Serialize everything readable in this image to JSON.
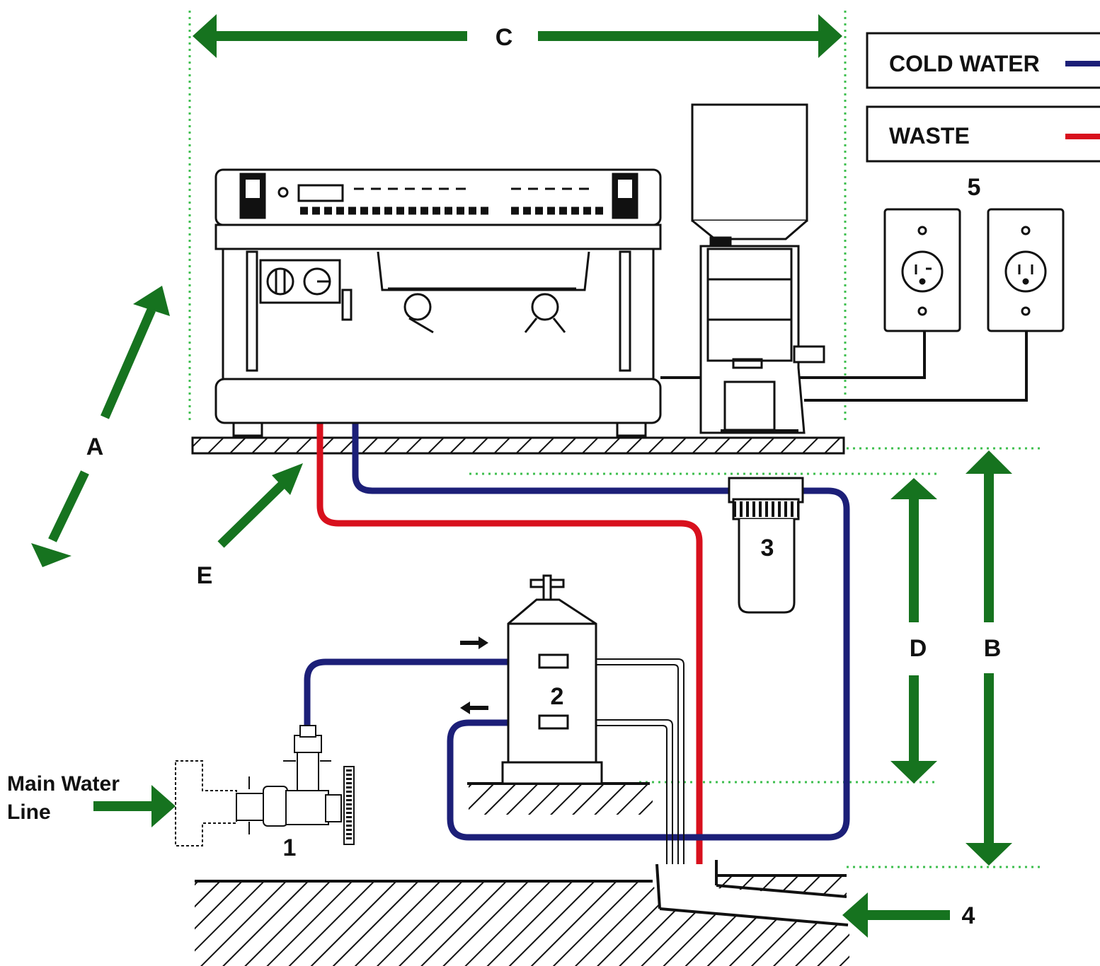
{
  "dimension_labels": {
    "a": "A",
    "b": "B",
    "c": "C",
    "d": "D",
    "e": "E"
  },
  "component_labels": {
    "valve": "1",
    "softener": "2",
    "filter": "3",
    "drain": "4",
    "outlets": "5"
  },
  "legend": {
    "cold_water": {
      "label": "COLD WATER",
      "color": "#1c1f78"
    },
    "waste": {
      "label": "WASTE",
      "color": "#d8101d"
    }
  },
  "main_water_line": {
    "line1": "Main Water",
    "line2": "Line"
  },
  "colors": {
    "arrow_green": "#16731f",
    "guide_green": "#3fbf4f",
    "ink": "#111111"
  }
}
